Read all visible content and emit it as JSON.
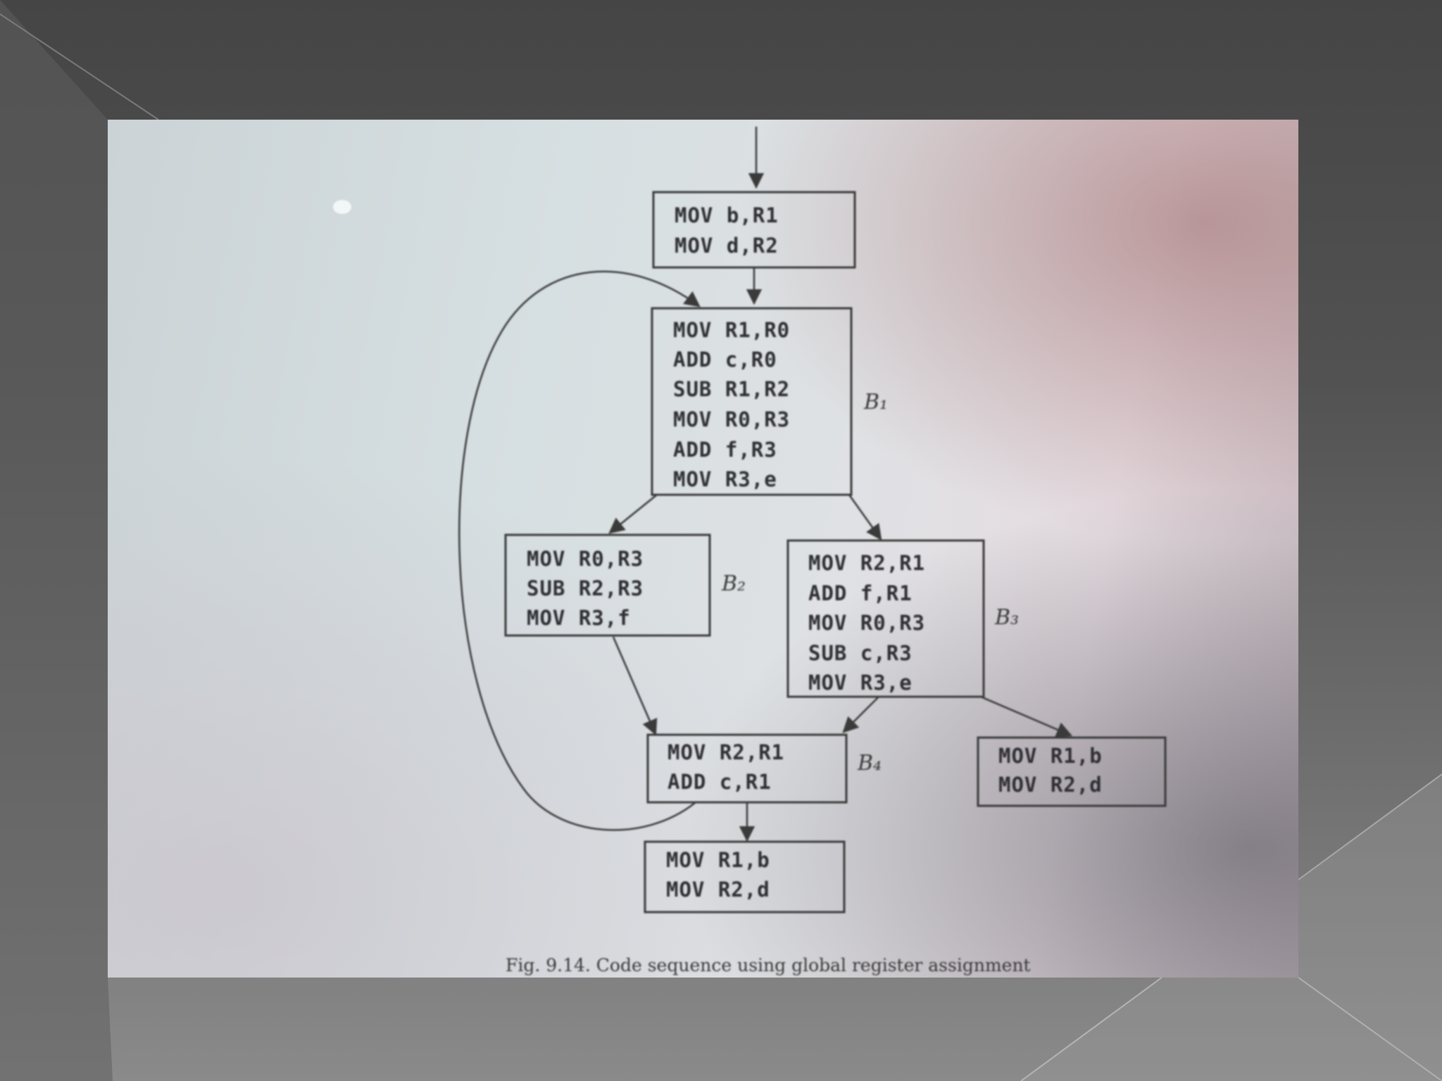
{
  "blocks": {
    "entry": {
      "lines": [
        "MOV b,R1",
        "MOV d,R2"
      ]
    },
    "b1": {
      "label": "B₁",
      "lines": [
        "MOV R1,R0",
        "ADD c,R0",
        "SUB R1,R2",
        "MOV R0,R3",
        "ADD f,R3",
        "MOV R3,e"
      ]
    },
    "b2": {
      "label": "B₂",
      "lines": [
        "MOV R0,R3",
        "SUB R2,R3",
        "MOV R3,f"
      ]
    },
    "b3": {
      "label": "B₃",
      "lines": [
        "MOV R2,R1",
        "ADD f,R1",
        "MOV R0,R3",
        "SUB c,R3",
        "MOV R3,e"
      ]
    },
    "b4": {
      "label": "B₄",
      "lines": [
        "MOV R2,R1",
        "ADD c,R1"
      ]
    },
    "exit_right": {
      "lines": [
        "MOV R1,b",
        "MOV R2,d"
      ]
    },
    "exit_bottom": {
      "lines": [
        "MOV R1,b",
        "MOV R2,d"
      ]
    }
  },
  "caption": "Fig. 9.14. Code sequence using global register assignment"
}
